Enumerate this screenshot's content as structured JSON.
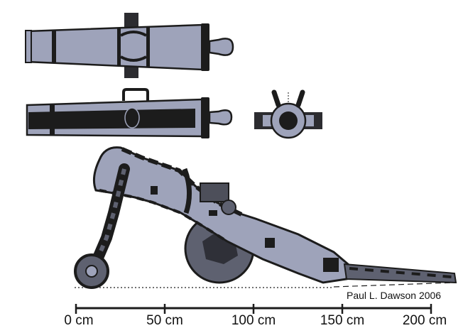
{
  "credit": "Paul L. Dawson 2006",
  "scale": {
    "ticks": [
      "0 cm",
      "50 cm",
      "100 cm",
      "150 cm",
      "200 cm"
    ]
  },
  "colors": {
    "metal": "#9ea3ba",
    "dark": "#1c1c1c",
    "wheel": "#5e6170",
    "iron": "#2a2a2a"
  }
}
